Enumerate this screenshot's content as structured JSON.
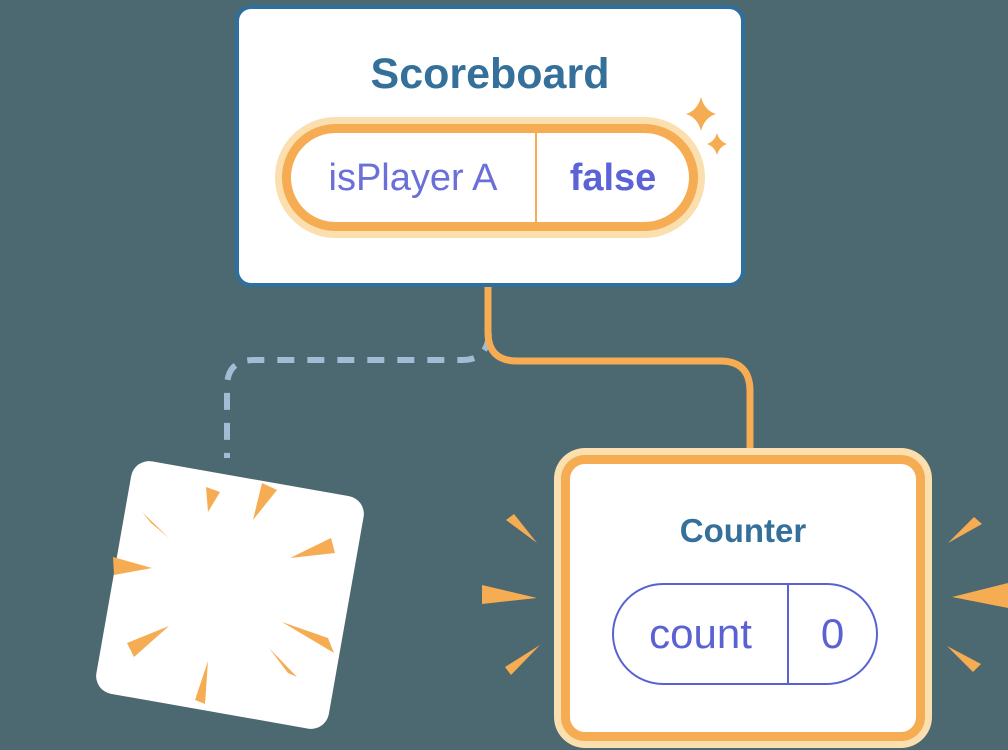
{
  "canvas": {
    "background": "#4C6870"
  },
  "colors": {
    "bg": "#4C6870",
    "blue-border": "#2F6F9E",
    "title-blue": "#35709B",
    "orange": "#F6AC52",
    "orange-halo": "#FBDFAF",
    "purple": "#6B6FD8",
    "purple-bold": "#5B63D6",
    "counter-purple": "#5A62D3",
    "dashed-blue": "#A0BDD5"
  },
  "scoreboard": {
    "title": "Scoreboard",
    "state": {
      "label": "isPlayer A",
      "value": "false"
    },
    "icon": "sparkles-icon"
  },
  "counter": {
    "title": "Counter",
    "state": {
      "label": "count",
      "value": "0"
    },
    "icon": "burst-emphasis-icon"
  },
  "removed_component": {
    "icon": "poof-icon"
  }
}
